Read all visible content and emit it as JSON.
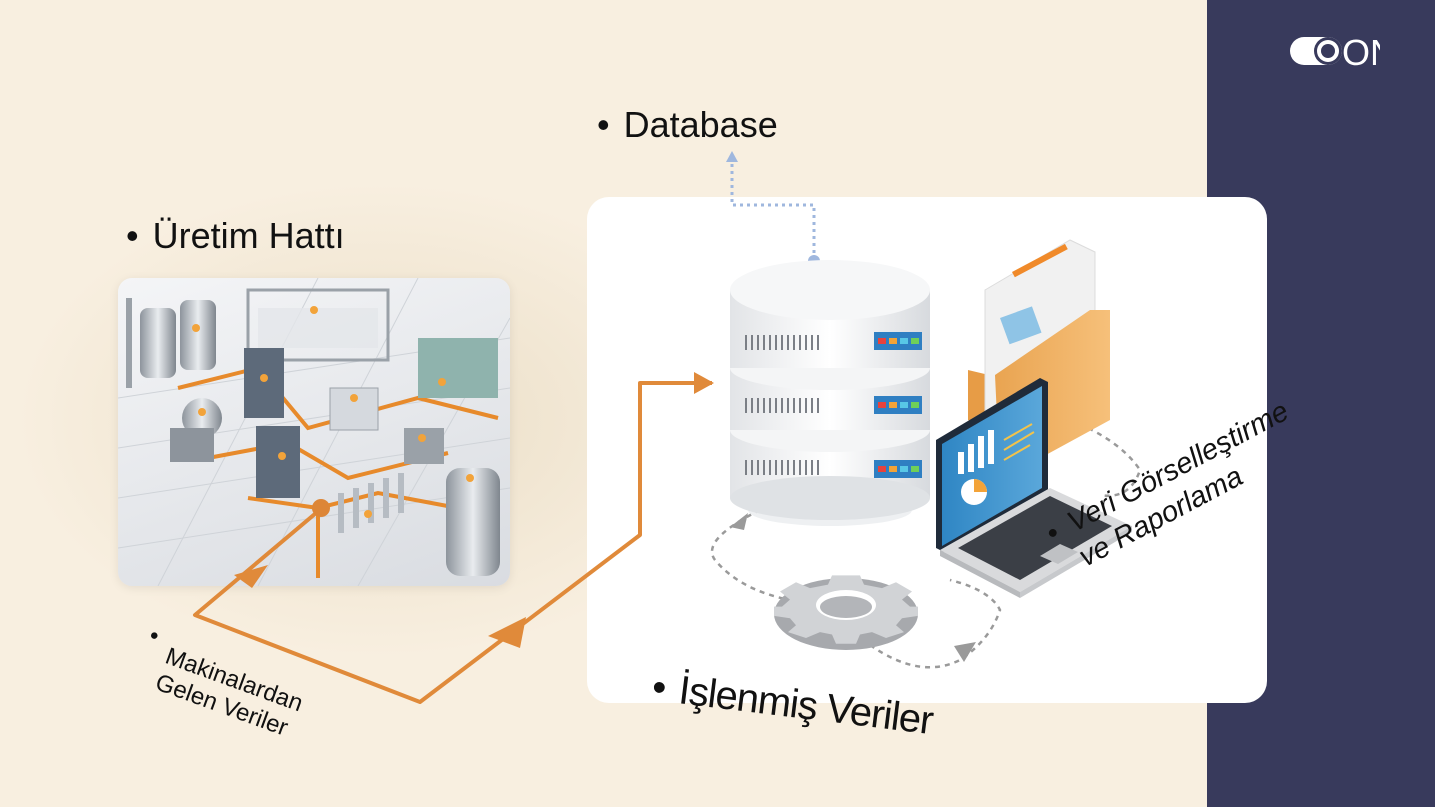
{
  "brand": {
    "logo_text": "ON"
  },
  "labels": {
    "database": "Database",
    "uretim": "Üretim Hattı",
    "islenmis": "İşlenmiş Veriler",
    "veri_line1": "Veri Görselleştirme",
    "veri_line2": "ve Raporlama",
    "makina_line1": "Makinalardan",
    "makina_line2": "Gelen Veriler",
    "bullet": "•"
  },
  "colors": {
    "background": "#f8efe0",
    "sidebar": "#383a5c",
    "flow_arrow": "#e07f2c",
    "dotted_link": "#9fb7de",
    "dashed_cycle": "#9a9a9a"
  },
  "icons": [
    "factory-illustration",
    "database-stack-icon",
    "gear-icon",
    "laptop-chart-icon",
    "document-folder-icon",
    "on-logo-icon"
  ]
}
